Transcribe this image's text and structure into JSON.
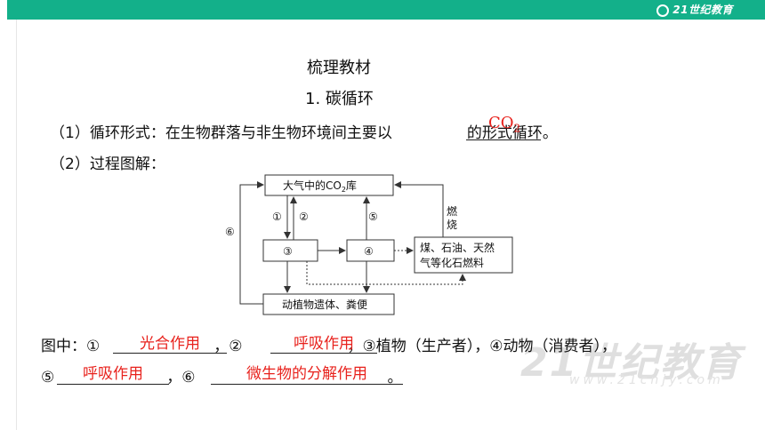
{
  "header": {
    "logo_text": "21世纪教育"
  },
  "title": "梳理教材",
  "subtitle": "1. 碳循环",
  "q1": {
    "prefix": "（1）循环形式：在生物群落与非生物环境间主要以",
    "answer_main": "CO",
    "answer_sub": "2",
    "suffix": "的形式循环。"
  },
  "q2": {
    "label": "（2）过程图解："
  },
  "diagram": {
    "atmosphere_main": "大气中的CO",
    "atmosphere_sub": "2",
    "atmosphere_suffix": "库",
    "node3": "③",
    "node4": "④",
    "fuel_line1": "煤、石油、天然",
    "fuel_line2": "气等化石燃料",
    "remains": "动植物遗体、粪便",
    "arrow1": "①",
    "arrow2": "②",
    "arrow5": "⑤",
    "arrow6": "⑥",
    "burn_1": "燃",
    "burn_2": "烧"
  },
  "answers": {
    "prefix": "图中：①",
    "a1": "光合作用",
    "sep2": "，②",
    "a2": "呼吸作用",
    "rest": "，③植物（生产者），④动物（消费者），",
    "l2_prefix": "⑤",
    "a5": "呼吸作用",
    "sep6": "，⑥",
    "a6": "微生物的分解作用",
    "end": "。"
  },
  "watermark": {
    "main": "21世纪教育",
    "sub": "www.21cnjy.com"
  }
}
